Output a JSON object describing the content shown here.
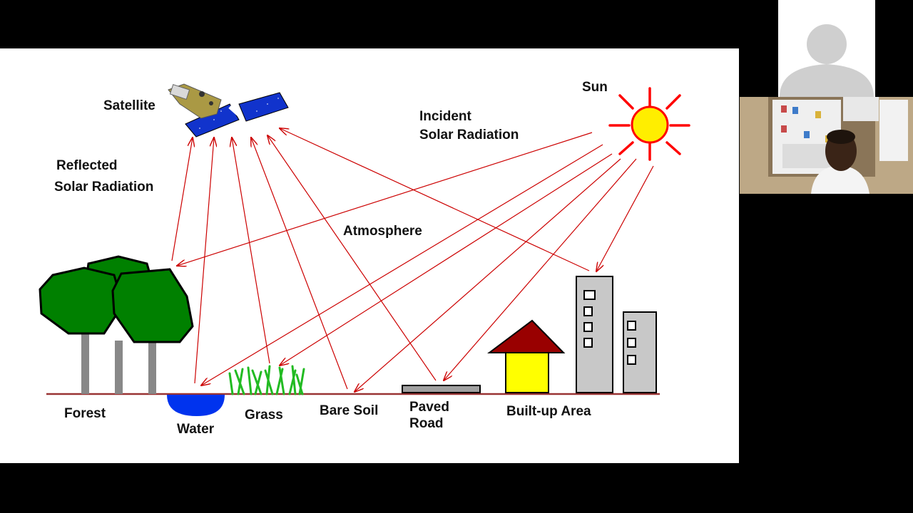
{
  "slide": {
    "labels": {
      "satellite": "Satellite",
      "sun": "Sun",
      "incident_line1": "Incident",
      "incident_line2": "Solar Radiation",
      "reflected_line1": "Reflected",
      "reflected_line2": "Solar Radiation",
      "atmosphere": "Atmosphere",
      "forest": "Forest",
      "water": "Water",
      "grass": "Grass",
      "bare_soil": "Bare Soil",
      "paved_line1": "Paved",
      "paved_line2": "Road",
      "built_up": "Built-up Area"
    },
    "colors": {
      "arrow": "#cc0000",
      "sun": "#ffee00",
      "sun_rays": "#ff0000",
      "tree": "#008000",
      "trunk": "#888888",
      "water": "#0033ee",
      "grass": "#22bb22",
      "roof": "#990000",
      "house": "#ffff00",
      "building": "#c8c8c8",
      "ground": "#993333",
      "satellite_panel": "#1133cc"
    }
  },
  "participants": {
    "avatar_icon": "person-silhouette-icon",
    "video_icon": "participant-video-feed"
  }
}
